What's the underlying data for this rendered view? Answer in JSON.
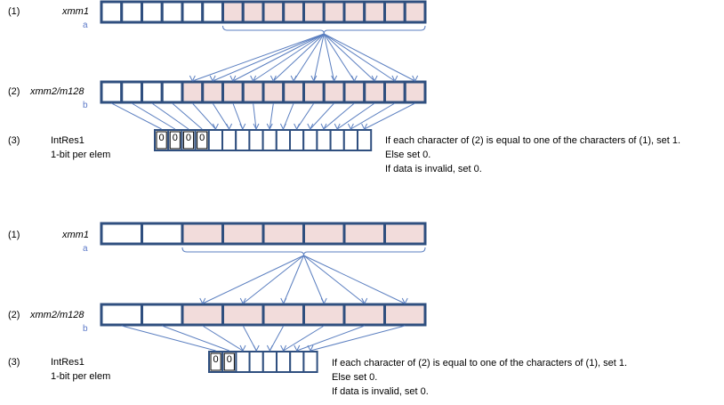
{
  "colors": {
    "border": "#2f4f7f",
    "fill_white": "#ffffff",
    "fill_pink": "#f2dcdb",
    "line": "#5b7fc0",
    "sublabel": "#5b78c8"
  },
  "sections": [
    {
      "row1": {
        "index": "(1)",
        "name": "xmm1",
        "sub": "a",
        "white_cells": 6,
        "pink_cells": 10
      },
      "row2": {
        "index": "(2)",
        "name": "xmm2/m128",
        "sub": "b",
        "white_cells": 4,
        "pink_cells": 12
      },
      "row3": {
        "index": "(3)",
        "name": "IntRes1",
        "desc": "1-bit per elem",
        "zero_cells": 4,
        "empty_cells": 12,
        "cell_value": "0",
        "notes": [
          "If each character of (2) is equal to one of the characters of (1), set 1.",
          "Else set 0.",
          "If data is invalid, set 0."
        ]
      }
    },
    {
      "row1": {
        "index": "(1)",
        "name": "xmm1",
        "sub": "a",
        "white_cells": 2,
        "pink_cells": 6
      },
      "row2": {
        "index": "(2)",
        "name": "xmm2/m128",
        "sub": "b",
        "white_cells": 2,
        "pink_cells": 6
      },
      "row3": {
        "index": "(3)",
        "name": "IntRes1",
        "desc": "1-bit per elem",
        "zero_cells": 2,
        "empty_cells": 6,
        "cell_value": "0",
        "notes": [
          "If each character of (2) is equal to one of the characters of (1), set 1.",
          "Else set 0.",
          "If data is invalid, set 0."
        ]
      }
    }
  ]
}
